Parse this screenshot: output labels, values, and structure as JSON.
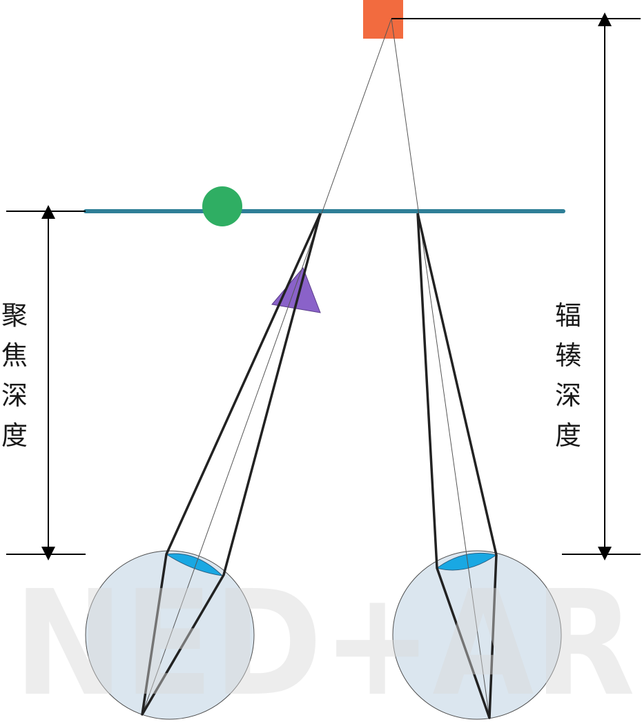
{
  "labels": {
    "focus_depth": "聚焦深度",
    "vergence_depth": "辐辏深度",
    "watermark": "NED+AR"
  },
  "colors": {
    "square": "#f26b3f",
    "screen_line": "#2f7f97",
    "circle": "#2fae63",
    "triangle": "#8a62c9",
    "eye_fill": "#dbe6ef",
    "lens": "#19a8e3",
    "line": "#222222"
  },
  "icons": {
    "square": "square-object-icon",
    "circle": "circle-object-icon",
    "triangle": "triangle-object-icon",
    "eye": "eye-icon"
  }
}
